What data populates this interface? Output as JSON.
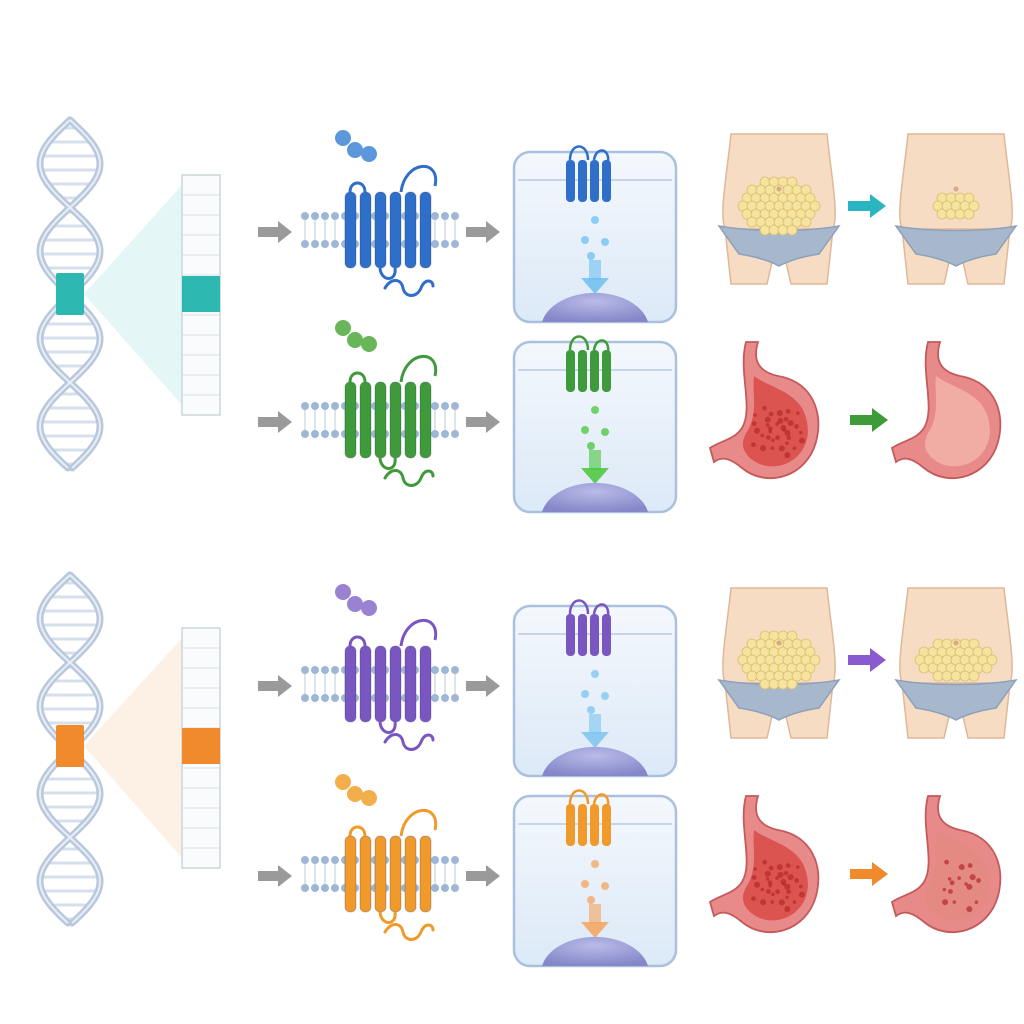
{
  "diagram": {
    "description_visible_text": "",
    "colors": {
      "dna_strand": "#b9c8dc",
      "dna_rung": "#d6e0ec",
      "membrane_head": "#9fb7d6",
      "arrow_gray": "#9a9a9a",
      "cell_box_fill": "#e6f0fb",
      "cell_box_stroke": "#a9c1de",
      "nucleus": "#8d8fd0",
      "skin": "#f7dcc4",
      "skin_stroke": "#e0b898",
      "underwear": "#a7b7cc",
      "fat": "#f5e3a0",
      "stomach_outer": "#e98a8a",
      "stomach_inner_inflamed": "#d94a45",
      "stomach_inner_healed": "#f2b2a8"
    },
    "groups": [
      {
        "gene_highlight_color": "#2cb8b0",
        "rows": [
          {
            "receptor_color": "#2f6fc9",
            "ligand_color": "#5b97da",
            "signal_color": "#6cc0f0",
            "outcome": "adipose",
            "outcome_arrow_color": "#29b6c0",
            "after_state": "reduced"
          },
          {
            "receptor_color": "#3e9a3a",
            "ligand_color": "#69b65a",
            "signal_color": "#46c73a",
            "outcome": "stomach",
            "outcome_arrow_color": "#3f9a3a",
            "after_state": "healed"
          }
        ]
      },
      {
        "gene_highlight_color": "#f08a2c",
        "rows": [
          {
            "receptor_color": "#7a56c0",
            "ligand_color": "#9a82d2",
            "signal_color": "#7cc4f0",
            "outcome": "adipose",
            "outcome_arrow_color": "#8a5bd0",
            "after_state": "similar"
          },
          {
            "receptor_color": "#ef9a2a",
            "ligand_color": "#f3ae4c",
            "signal_color": "#f4a35c",
            "outcome": "stomach",
            "outcome_arrow_color": "#f08a2c",
            "after_state": "partial"
          }
        ]
      }
    ]
  }
}
